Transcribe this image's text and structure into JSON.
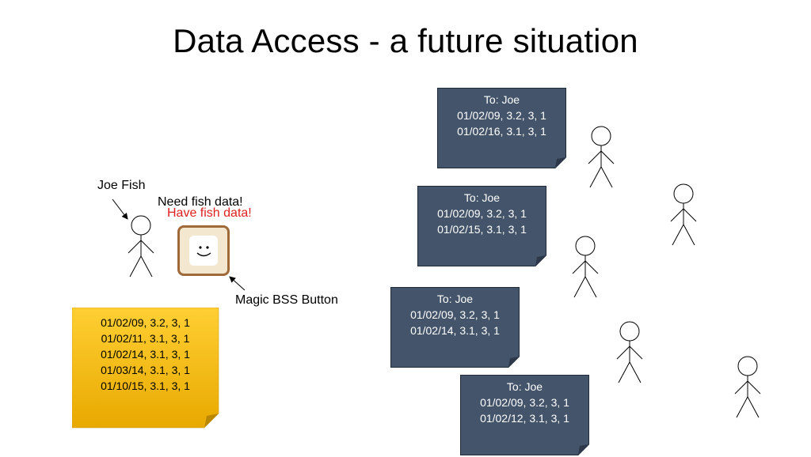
{
  "title": "Data Access - a future situation",
  "labels": {
    "joe_fish": "Joe Fish",
    "need_data": "Need fish data!",
    "have_data": "Have fish data!",
    "magic_button": "Magic BSS  Button"
  },
  "local_note": {
    "lines": [
      "01/02/09, 3.2, 3, 1",
      "01/02/11, 3.1, 3, 1",
      "01/02/14, 3.1, 3, 1",
      "01/03/14, 3.1, 3, 1",
      "01/10/15, 3.1, 3, 1"
    ]
  },
  "remote_notes": [
    {
      "to": "To: Joe",
      "lines": [
        "01/02/09, 3.2, 3, 1",
        "01/02/16, 3.1, 3, 1"
      ]
    },
    {
      "to": "To: Joe",
      "lines": [
        "01/02/09, 3.2, 3, 1",
        "01/02/15, 3.1, 3, 1"
      ]
    },
    {
      "to": "To: Joe",
      "lines": [
        "01/02/09, 3.2, 3, 1",
        "01/02/14, 3.1, 3, 1"
      ]
    },
    {
      "to": "To: Joe",
      "lines": [
        "01/02/09, 3.2, 3, 1",
        "01/02/12, 3.1, 3, 1"
      ]
    }
  ],
  "colors": {
    "dark_note": "#44546a",
    "yellow_note": "#f2b700",
    "button_border": "#a0693a",
    "red_text": "#e02020"
  }
}
